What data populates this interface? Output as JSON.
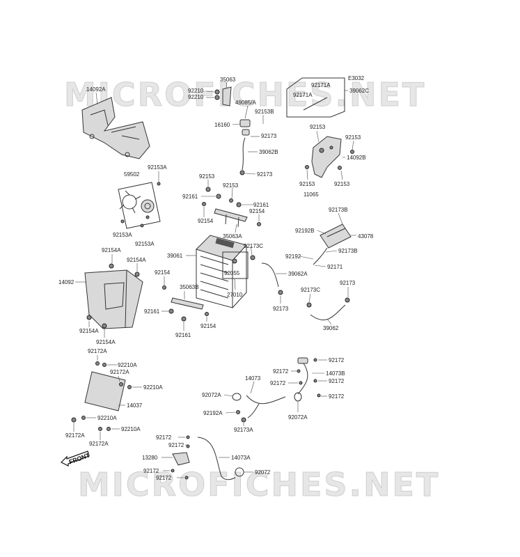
{
  "watermark": {
    "top": "MICROFICHES.NET",
    "bottom": "MICROFICHES.NET"
  },
  "front_arrow": "FRONT",
  "labels": {
    "l14092A": "14092A",
    "l92210a": "92210",
    "l92210b": "92210",
    "l35063": "35063",
    "l49085": "49085/A",
    "l92153B": "92153B",
    "l16160": "16160",
    "l92173a": "92173",
    "l39062B": "39062B",
    "l92173b": "92173",
    "lE3032": "E3032",
    "l92171Aa": "92171A",
    "l92171Ab": "92171A",
    "l39062C": "39062C",
    "l92153r1": "92153",
    "l92153r2": "92153",
    "l14092B": "14092B",
    "l92153r3": "92153",
    "l92153r4": "92153",
    "l59502": "59502",
    "l92153Aa": "92153A",
    "l92153Ab": "92153A",
    "l92153Ac": "92153A",
    "l92153m1": "92153",
    "l92153m2": "92153",
    "l92161a": "92161",
    "l92161b": "92161",
    "l92154a": "92154",
    "l92154b": "92154",
    "l35063A": "35063A",
    "l11065": "11065",
    "l92173B1": "92173B",
    "l92192B": "92192B",
    "l43078": "43078",
    "l92173B2": "92173B",
    "l92192": "92192",
    "l92171": "92171",
    "l92154Aa": "92154A",
    "l92154Ab": "92154A",
    "l39061": "39061",
    "l92173C1": "92173C",
    "l92055": "92055",
    "l27010": "27010",
    "l39062A": "39062A",
    "l92154c": "92154",
    "l35063B": "35063B",
    "l14092": "14092",
    "l92161c": "92161",
    "l92161d": "92161",
    "l92154d": "92154",
    "l92173c": "92173",
    "l92173C2": "92173C",
    "l92173d": "92173",
    "l39062": "39062",
    "l92154Ac": "92154A",
    "l92154Ad": "92154A",
    "l92172Aa": "92172A",
    "l92210Aa": "92210A",
    "l92172Ab": "92172A",
    "l92210Ab": "92210A",
    "l14037": "14037",
    "l92210Ac": "92210A",
    "l92172Ac": "92172A",
    "l92210Ad": "92210A",
    "l92172Ad": "92172A",
    "l92172r1": "92172",
    "l92172r2": "92172",
    "l14073B": "14073B",
    "l92172r3": "92172",
    "l92172r4": "92172",
    "l92172r5": "92172",
    "l14073": "14073",
    "l92072A1": "92072A",
    "l92192A": "92192A",
    "l92173A": "92173A",
    "l92072A2": "92072A",
    "l92172b1": "92172",
    "l92172b2": "92172",
    "l13280": "13280",
    "l14073A": "14073A",
    "l92172b3": "92172",
    "l92172b4": "92172",
    "l92072": "92072"
  }
}
